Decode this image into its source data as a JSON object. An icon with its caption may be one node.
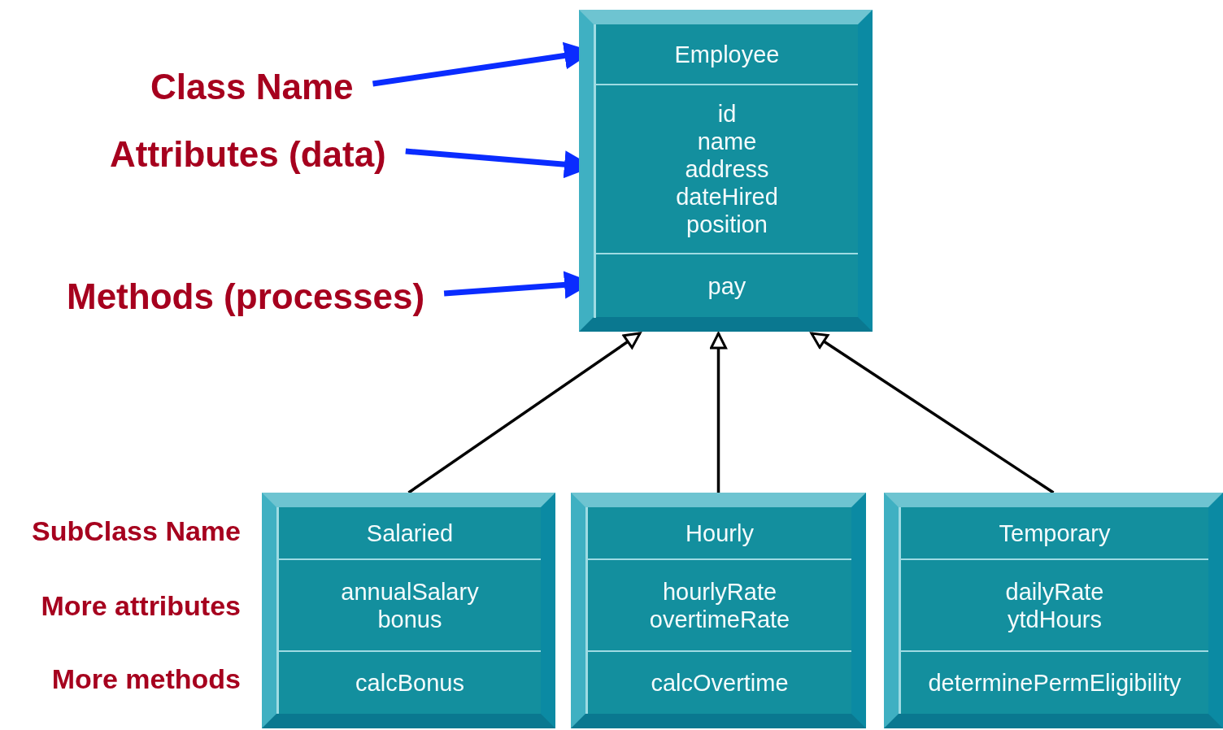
{
  "diagram": {
    "nodes": [
      {
        "text": [],
        "shape": "box"
      },
      {
        "text": [
          "Employee"
        ],
        "in": 0
      },
      {
        "text": [
          "id name address dateHired position"
        ],
        "in": 0
      },
      {
        "text": [
          "pay"
        ],
        "in": 0
      },
      {
        "text": [],
        "shape": "box"
      },
      {
        "text": [
          "Salaried"
        ],
        "in": 4
      },
      {
        "text": [
          "annualSalary bonus"
        ],
        "in": 4
      },
      {
        "text": [
          "calcBonus"
        ],
        "in": 4
      },
      {
        "text": [],
        "shape": "box"
      },
      {
        "text": [
          "Hourly"
        ],
        "in": 8
      },
      {
        "text": [
          "hourlyRate overtimeRate"
        ],
        "in": 8
      },
      {
        "text": [
          "calcOvertime"
        ],
        "in": 8
      },
      {
        "text": [],
        "shape": "box"
      },
      {
        "text": [
          "Temporary"
        ],
        "in": 12
      },
      {
        "text": [
          "dailyRate ytdHours"
        ],
        "in": 12
      },
      {
        "text": [
          "determinePermEligibility"
        ],
        "in": 12
      },
      {
        "text": [
          "Class Name"
        ]
      },
      {
        "text": [
          "Attributes (data)"
        ]
      },
      {
        "text": [
          "Methods (processes)"
        ]
      }
    ],
    "edges": [
      {
        "from": 16,
        "to": 1,
        "arrow": "to",
        "style": "thick",
        "color": "#0a2cff"
      },
      {
        "from": 17,
        "to": 2,
        "arrow": "to",
        "style": "thick",
        "color": "#0a2cff"
      },
      {
        "from": 18,
        "to": 3,
        "arrow": "to",
        "style": "thick",
        "color": "#0a2cff"
      },
      {
        "from": 4,
        "to": 0,
        "arrow": "to",
        "color": "#000000"
      },
      {
        "from": 8,
        "to": 0,
        "arrow": "to",
        "color": "#000000"
      },
      {
        "from": 12,
        "to": 0,
        "arrow": "to",
        "color": "#000000"
      }
    ],
    "labels": [
      "SubClass Name",
      "More attributes",
      "More methods"
    ]
  }
}
